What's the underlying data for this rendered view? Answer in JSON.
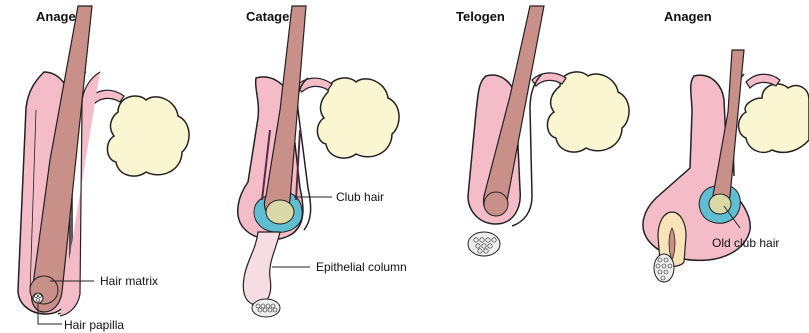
{
  "stages": [
    {
      "title": "Anagen"
    },
    {
      "title": "Catagen"
    },
    {
      "title": "Telogen"
    },
    {
      "title": "Anagen"
    }
  ],
  "labels": {
    "hair_matrix": "Hair matrix",
    "hair_papilla": "Hair papilla",
    "club_hair": "Club hair",
    "epithelial_column": "Epithelial column",
    "old_club_hair": "Old club hair"
  },
  "colors": {
    "hair_shaft": "#c9908a",
    "sheath": "#f3bcc8",
    "outline": "#222222",
    "gland": "#fbf6d2",
    "club": "#d9d8a6",
    "cyan_ring": "#5fbfd0",
    "papilla": "#eeeeee"
  }
}
